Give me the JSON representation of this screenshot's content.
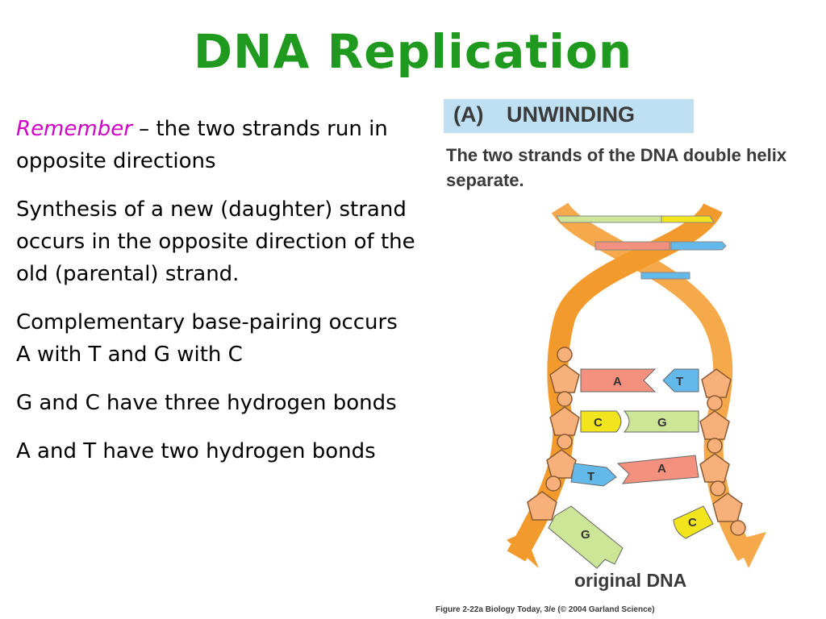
{
  "title": "DNA Replication",
  "bullets": {
    "remember_word": "Remember",
    "remember_rest": " – the two strands run in opposite directions",
    "synthesis": "Synthesis of a new (daughter) strand occurs in the opposite direction of the old (parental) strand.",
    "complementary_line1": "Complementary base-pairing occurs",
    "complementary_line2": "A with T and G with C",
    "gc_bonds": "G and C have three hydrogen bonds",
    "at_bonds": "A and T have two hydrogen bonds"
  },
  "figure": {
    "panel_letter": "(A)",
    "panel_title": "UNWINDING",
    "caption": "The two strands of the DNA double helix separate.",
    "bottom_label": "original DNA",
    "credit": "Figure 2-22a  Biology Today, 3/e (© 2004 Garland Science)",
    "bases": {
      "a1": "A",
      "t1": "T",
      "c1": "C",
      "g1": "G",
      "a2": "A",
      "t2": "T",
      "c2": "C",
      "g2": "G"
    },
    "colors": {
      "backbone": "#f6a94a",
      "sugar": "#f7b07a",
      "adenine": "#f4907e",
      "thymine": "#63b9ea",
      "cytosine": "#f2e51e",
      "guanine": "#cde596",
      "title_green": "#1f9a1f",
      "remember_magenta": "#d000c8",
      "panel_blue": "#bfe0f3"
    }
  }
}
